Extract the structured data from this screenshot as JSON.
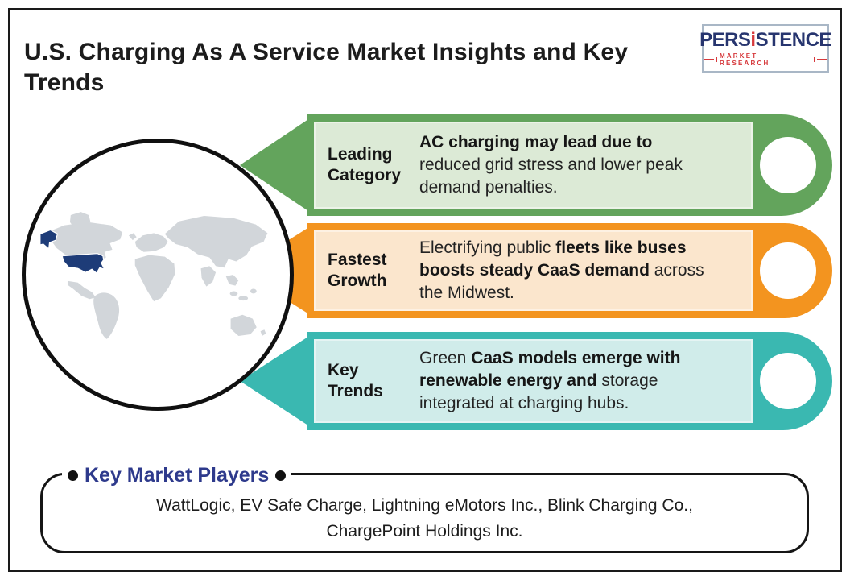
{
  "header": {
    "title": "U.S. Charging As A Service Market Insights and Key Trends"
  },
  "logo": {
    "part1": "PERS",
    "part2": "i",
    "part3": "STENCE",
    "subtitle": "MARKET RESEARCH"
  },
  "map": {
    "highlighted_region": "United States"
  },
  "rows": [
    {
      "id": "leading-category",
      "label": "Leading Category",
      "lines": [
        [
          {
            "t": "AC charging may lead due to",
            "b": true
          }
        ],
        [
          {
            "t": "reduced grid stress and lower peak",
            "b": false
          }
        ],
        [
          {
            "t": "demand penalties.",
            "b": false
          }
        ]
      ],
      "outer_color": "#63a45c",
      "inner_color": "#dcead6"
    },
    {
      "id": "fastest-growth",
      "label": "Fastest Growth",
      "lines": [
        [
          {
            "t": "Electrifying public ",
            "b": false
          },
          {
            "t": "fleets like buses",
            "b": true
          }
        ],
        [
          {
            "t": "boosts steady CaaS demand",
            "b": true
          },
          {
            "t": " across",
            "b": false
          }
        ],
        [
          {
            "t": "the Midwest.",
            "b": false
          }
        ]
      ],
      "outer_color": "#f3941f",
      "inner_color": "#fbe6cd"
    },
    {
      "id": "key-trends",
      "label": "Key Trends",
      "lines": [
        [
          {
            "t": "Green ",
            "b": false
          },
          {
            "t": "CaaS models emerge with",
            "b": true
          }
        ],
        [
          {
            "t": "renewable energy and",
            "b": true
          },
          {
            "t": " storage",
            "b": false
          }
        ],
        [
          {
            "t": "integrated at charging hubs.",
            "b": false
          }
        ]
      ],
      "outer_color": "#3ab8b1",
      "inner_color": "#d0ecea"
    }
  ],
  "players": {
    "heading": "Key Market Players",
    "companies": [
      "WattLogic",
      "EV Safe Charge",
      "Lightning eMotors Inc.",
      "Blink Charging Co.",
      "ChargePoint Holdings Inc."
    ],
    "lines": [
      "WattLogic, EV Safe Charge, Lightning eMotors Inc., Blink Charging Co.,",
      "ChargePoint Holdings Inc."
    ]
  },
  "colors": {
    "green": "#63a45c",
    "green_light": "#dcead6",
    "orange": "#f3941f",
    "orange_light": "#fbe6cd",
    "teal": "#3ab8b1",
    "teal_light": "#d0ecea",
    "map_gray": "#d2d6da",
    "us_navy": "#1e3c78",
    "heading_navy": "#2e3a8c",
    "logo_navy": "#27356f",
    "logo_red": "#d6393c"
  }
}
